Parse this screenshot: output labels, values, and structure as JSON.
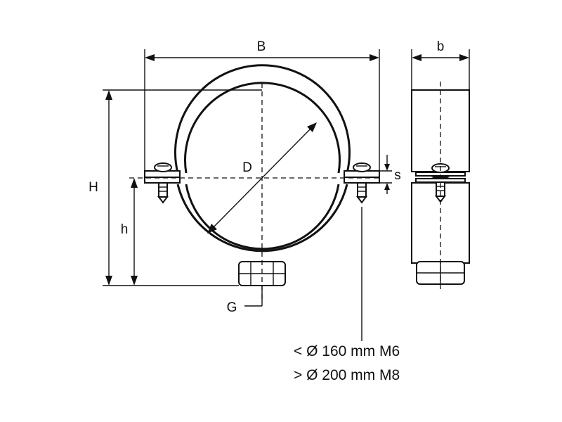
{
  "labels": {
    "B": "B",
    "b": "b",
    "H": "H",
    "h": "h",
    "D": "D",
    "s": "s",
    "G": "G"
  },
  "notes": [
    "< Ø 160 mm M6",
    "> Ø 200 mm M8"
  ],
  "colors": {
    "line": "#111111",
    "background": "#ffffff"
  }
}
